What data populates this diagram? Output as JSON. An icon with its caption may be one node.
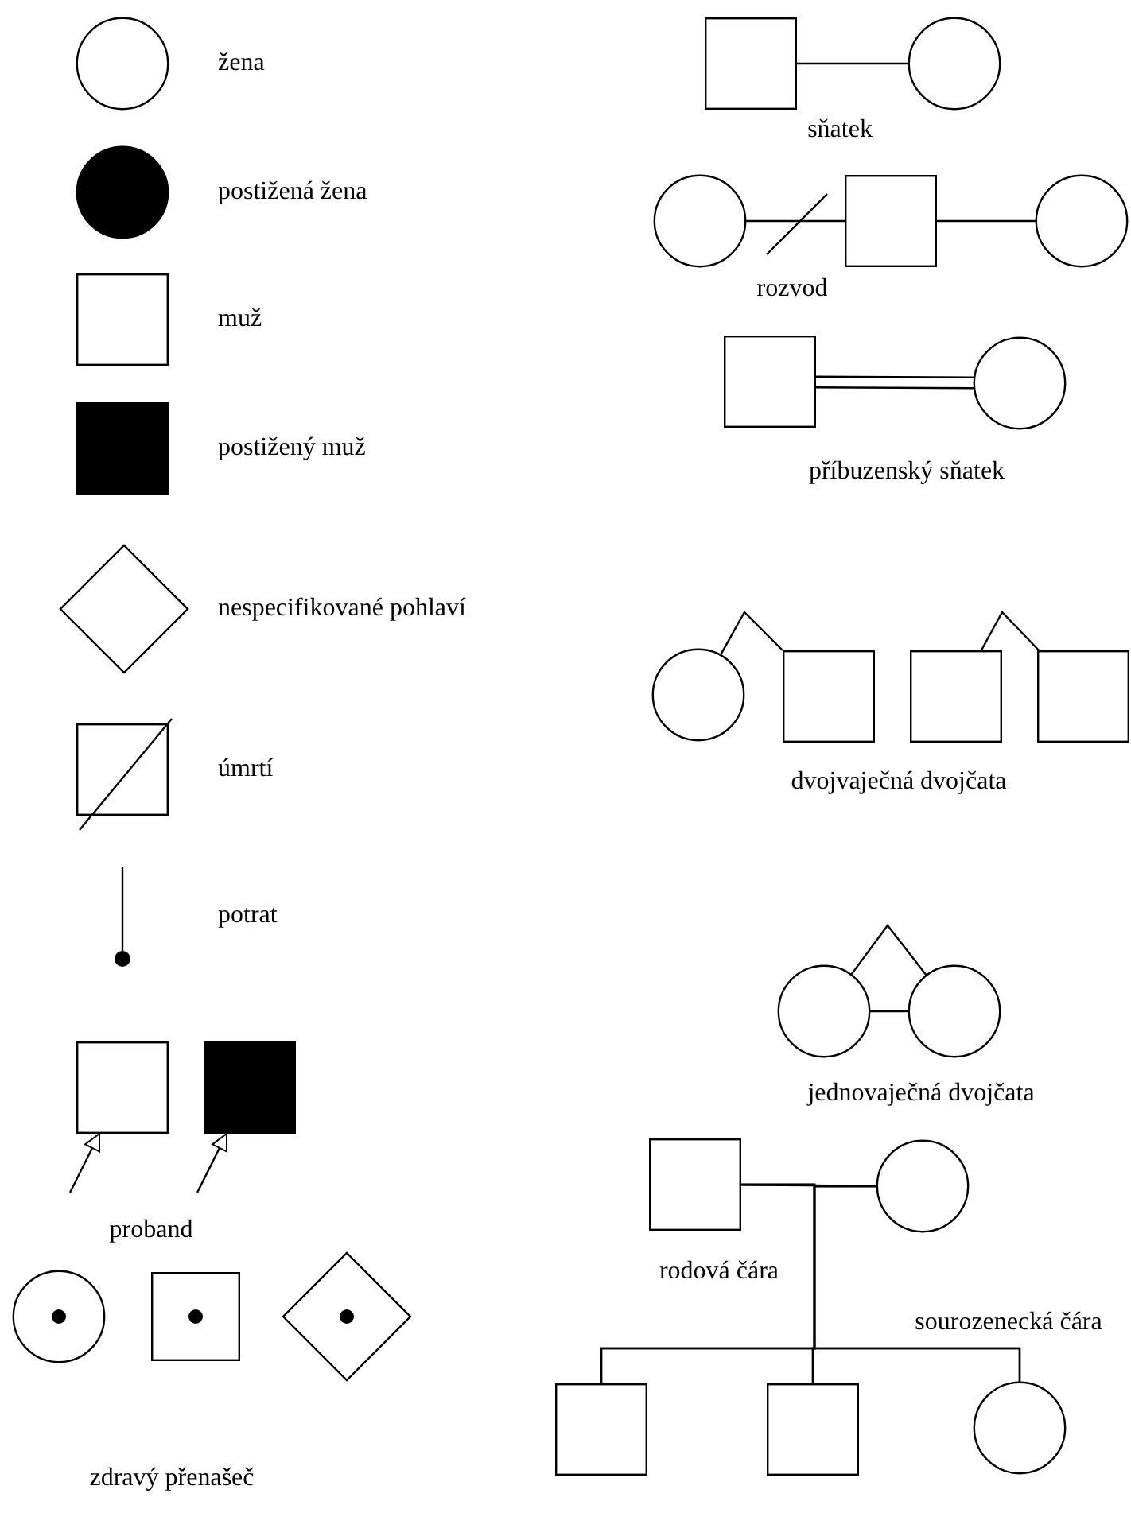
{
  "diagram": {
    "nodes": [
      {
        "text": [],
        "shape": "circle",
        "beside": [
          "žena"
        ]
      },
      {
        "text": [],
        "shape": "circle",
        "beside": [
          "postižená žena"
        ]
      },
      {
        "text": [],
        "shape": "box",
        "beside": [
          "muž"
        ]
      },
      {
        "text": [],
        "shape": "box",
        "beside": [
          "postižený muž"
        ]
      },
      {
        "text": [],
        "shape": "diamond",
        "beside": [
          "nespecifikované pohlaví"
        ]
      },
      {
        "text": [],
        "shape": "box",
        "beside": [
          "úmrtí"
        ]
      },
      {
        "text": [],
        "shape": "line",
        "beside": [
          "potrat"
        ]
      },
      {
        "text": [],
        "shape": "box"
      },
      {
        "text": [],
        "shape": "box"
      },
      {
        "text": [],
        "shape": "circle"
      },
      {
        "text": [],
        "shape": "box"
      },
      {
        "text": [],
        "shape": "diamond"
      },
      {
        "text": [],
        "shape": "box"
      },
      {
        "text": [],
        "shape": "circle"
      },
      {
        "text": [],
        "shape": "circle"
      },
      {
        "text": [],
        "shape": "box"
      },
      {
        "text": [],
        "shape": "circle"
      },
      {
        "text": [],
        "shape": "box"
      },
      {
        "text": [],
        "shape": "circle"
      },
      {
        "text": [],
        "shape": "circle"
      },
      {
        "text": [],
        "shape": "box"
      },
      {
        "text": [],
        "shape": "box"
      },
      {
        "text": [],
        "shape": "box"
      },
      {
        "text": [],
        "shape": "circle"
      },
      {
        "text": [],
        "shape": "circle"
      },
      {
        "text": [],
        "shape": "box"
      },
      {
        "text": [],
        "shape": "circle"
      },
      {
        "text": [],
        "shape": "box"
      },
      {
        "text": [],
        "shape": "box"
      },
      {
        "text": [],
        "shape": "circle"
      }
    ],
    "edges": [
      {
        "from": 12,
        "to": 13,
        "arrow": "none"
      },
      {
        "from": 14,
        "to": 15,
        "arrow": "none"
      },
      {
        "from": 15,
        "to": 16,
        "arrow": "none"
      },
      {
        "from": 17,
        "to": 18,
        "arrow": "none",
        "style": "thick"
      },
      {
        "from": 19,
        "to": 20,
        "arrow": "none"
      },
      {
        "from": 21,
        "to": 22,
        "arrow": "none"
      },
      {
        "from": 23,
        "to": 24,
        "arrow": "none"
      },
      {
        "from": 23,
        "to": 24,
        "arrow": "none"
      },
      {
        "from": null,
        "to": 7,
        "arrow": "to"
      },
      {
        "from": null,
        "to": 8,
        "arrow": "to"
      },
      {
        "from": 25,
        "to": 26,
        "arrow": "none"
      },
      {
        "from": 25,
        "to": 27,
        "arrow": "none"
      },
      {
        "from": 25,
        "to": 28,
        "arrow": "none"
      },
      {
        "from": 25,
        "to": 29,
        "arrow": "none"
      },
      {
        "from": 26,
        "to": 27,
        "arrow": "none"
      },
      {
        "from": 26,
        "to": 28,
        "arrow": "none"
      },
      {
        "from": 26,
        "to": 29,
        "arrow": "none"
      }
    ],
    "labels": [
      "proband",
      "zdravý přenašeč",
      "sňatek",
      "rozvod",
      "příbuzenský sňatek",
      "dvojvaječná dvojčata",
      "jednovaječná dvojčata",
      "rodová čára",
      "sourozenecká čára"
    ]
  }
}
